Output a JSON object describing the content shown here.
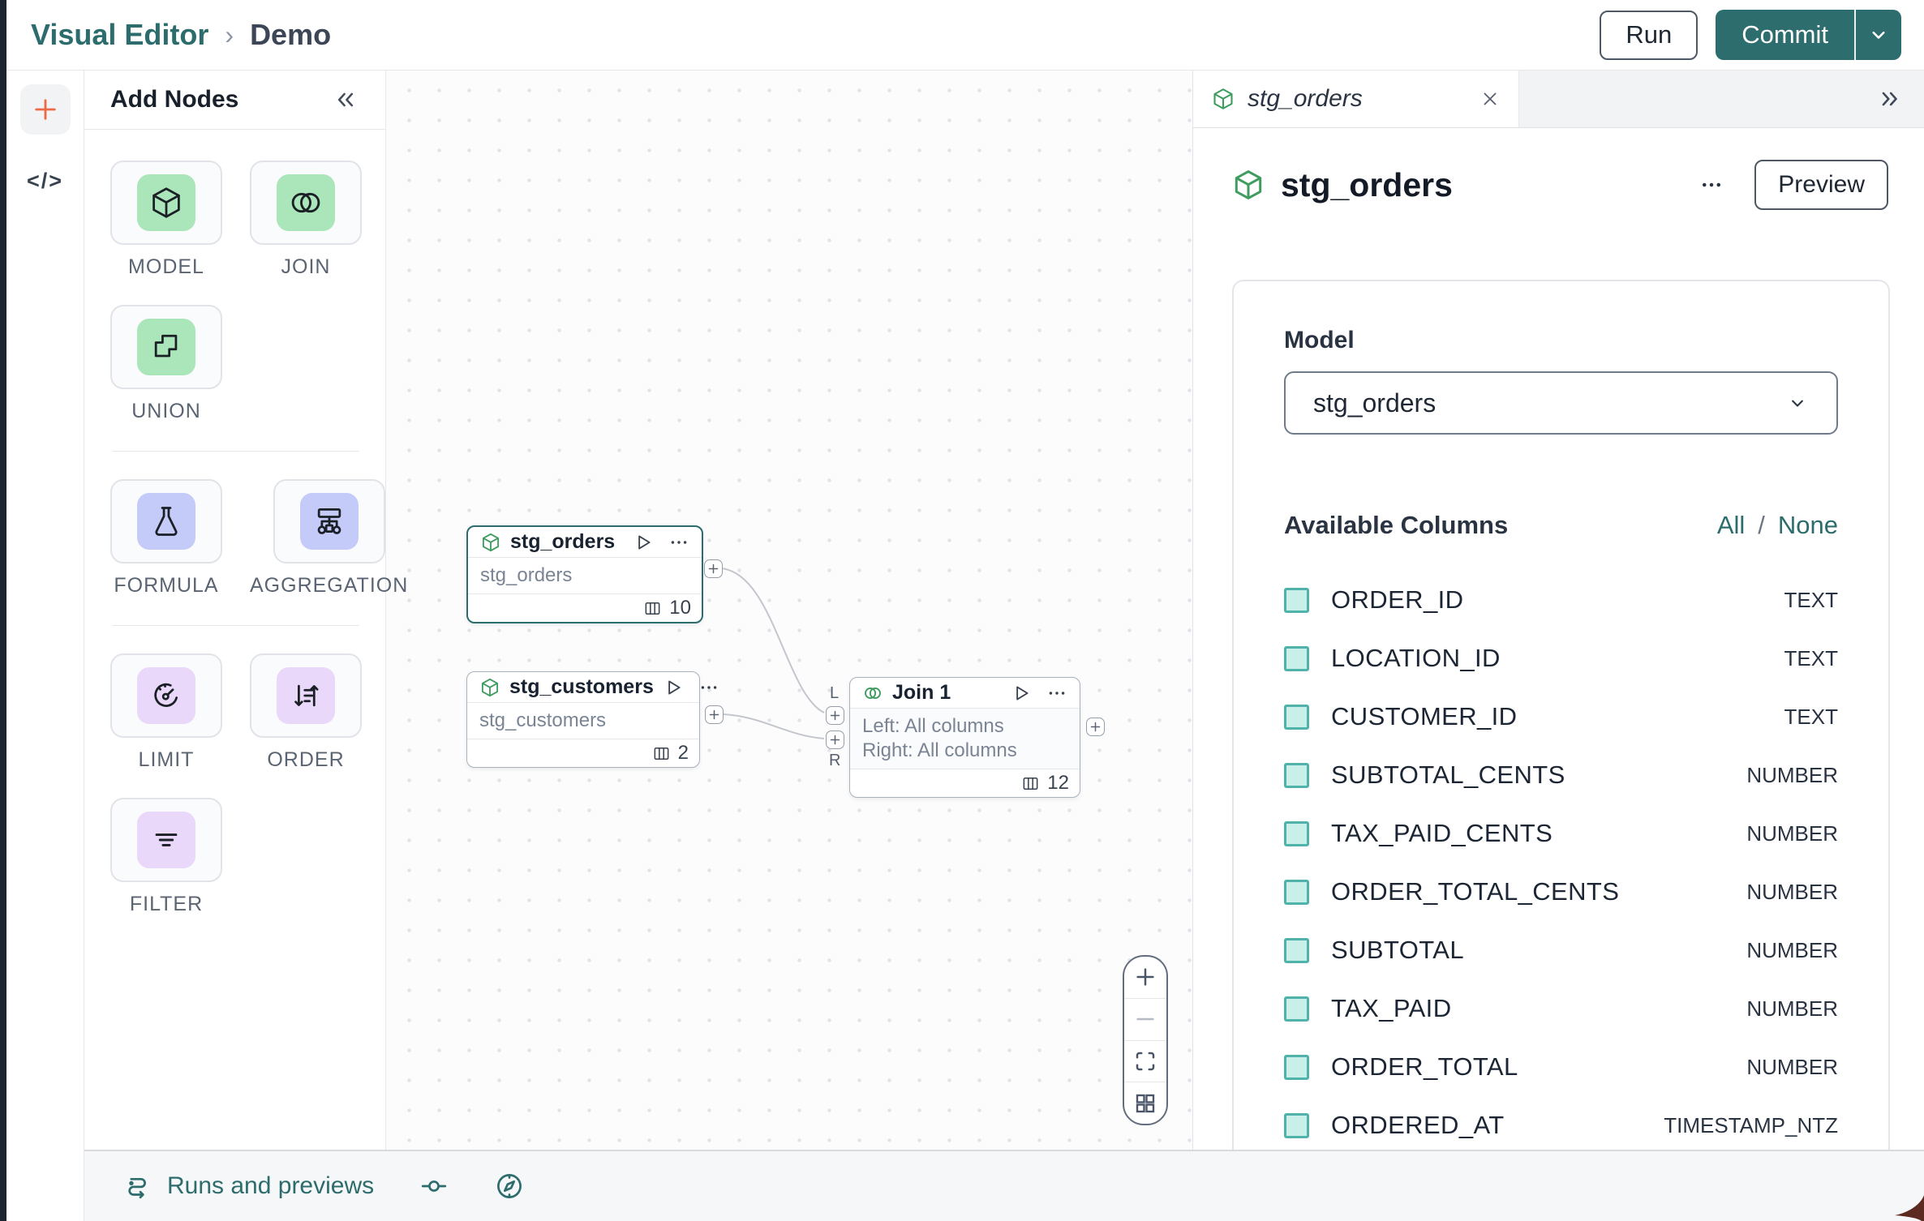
{
  "topbar": {
    "breadcrumb": {
      "root": "Visual Editor",
      "separator": "›",
      "current": "Demo"
    },
    "run_label": "Run",
    "commit_label": "Commit"
  },
  "left_rail": {
    "code_glyph": "</>"
  },
  "add_nodes": {
    "title": "Add Nodes",
    "items": [
      {
        "label": "MODEL"
      },
      {
        "label": "JOIN"
      },
      {
        "label": "UNION"
      },
      {
        "label": "FORMULA"
      },
      {
        "label": "AGGREGATION"
      },
      {
        "label": "LIMIT"
      },
      {
        "label": "ORDER"
      },
      {
        "label": "FILTER"
      }
    ]
  },
  "canvas": {
    "nodes": {
      "stg_orders": {
        "title": "stg_orders",
        "subtitle": "stg_orders",
        "column_count": "10"
      },
      "stg_customers": {
        "title": "stg_customers",
        "subtitle": "stg_customers",
        "column_count": "2"
      },
      "join": {
        "title": "Join 1",
        "left_desc": "Left: All columns",
        "right_desc": "Right: All columns",
        "column_count": "12",
        "left_port_label": "L",
        "right_port_label": "R"
      }
    }
  },
  "inspector": {
    "tab_title": "stg_orders",
    "title": "stg_orders",
    "preview_label": "Preview",
    "model_label": "Model",
    "model_value": "stg_orders",
    "columns_header": "Available Columns",
    "select_all": "All",
    "select_sep": "/",
    "select_none": "None",
    "columns": [
      {
        "name": "ORDER_ID",
        "type": "TEXT"
      },
      {
        "name": "LOCATION_ID",
        "type": "TEXT"
      },
      {
        "name": "CUSTOMER_ID",
        "type": "TEXT"
      },
      {
        "name": "SUBTOTAL_CENTS",
        "type": "NUMBER"
      },
      {
        "name": "TAX_PAID_CENTS",
        "type": "NUMBER"
      },
      {
        "name": "ORDER_TOTAL_CENTS",
        "type": "NUMBER"
      },
      {
        "name": "SUBTOTAL",
        "type": "NUMBER"
      },
      {
        "name": "TAX_PAID",
        "type": "NUMBER"
      },
      {
        "name": "ORDER_TOTAL",
        "type": "NUMBER"
      },
      {
        "name": "ORDERED_AT",
        "type": "TIMESTAMP_NTZ"
      }
    ]
  },
  "bottombar": {
    "runs_label": "Runs and previews"
  },
  "colors": {
    "accent_teal": "#2e6d6e",
    "icon_green": "#3e9c5f",
    "mint_bg": "#abe5ba",
    "indigo_bg": "#c5cbf8",
    "purple_bg": "#e9d8f9",
    "checkbox_fill": "#c9efe9",
    "checkbox_border": "#4fb3ab",
    "add_accent_orange": "#ec6a47",
    "dark_edge": "#1d2430"
  }
}
